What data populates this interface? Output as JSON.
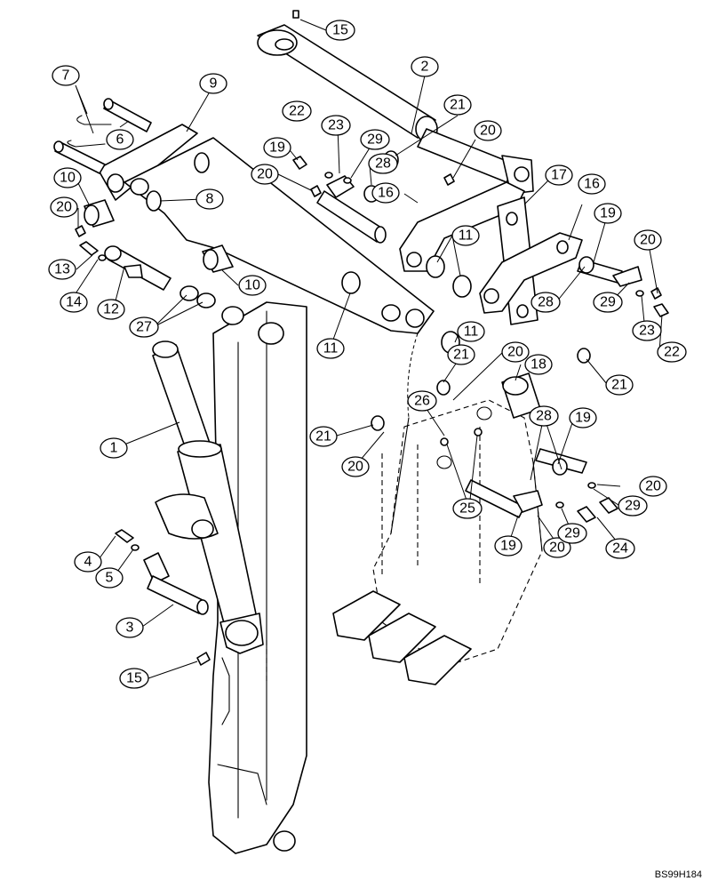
{
  "figure_code": "BS99H184",
  "callouts": [
    "1",
    "2",
    "3",
    "4",
    "5",
    "6",
    "7",
    "8",
    "9",
    "10",
    "11",
    "12",
    "13",
    "14",
    "15",
    "16",
    "17",
    "18",
    "19",
    "20",
    "21",
    "22",
    "23",
    "24",
    "25",
    "26",
    "27",
    "28",
    "29"
  ]
}
